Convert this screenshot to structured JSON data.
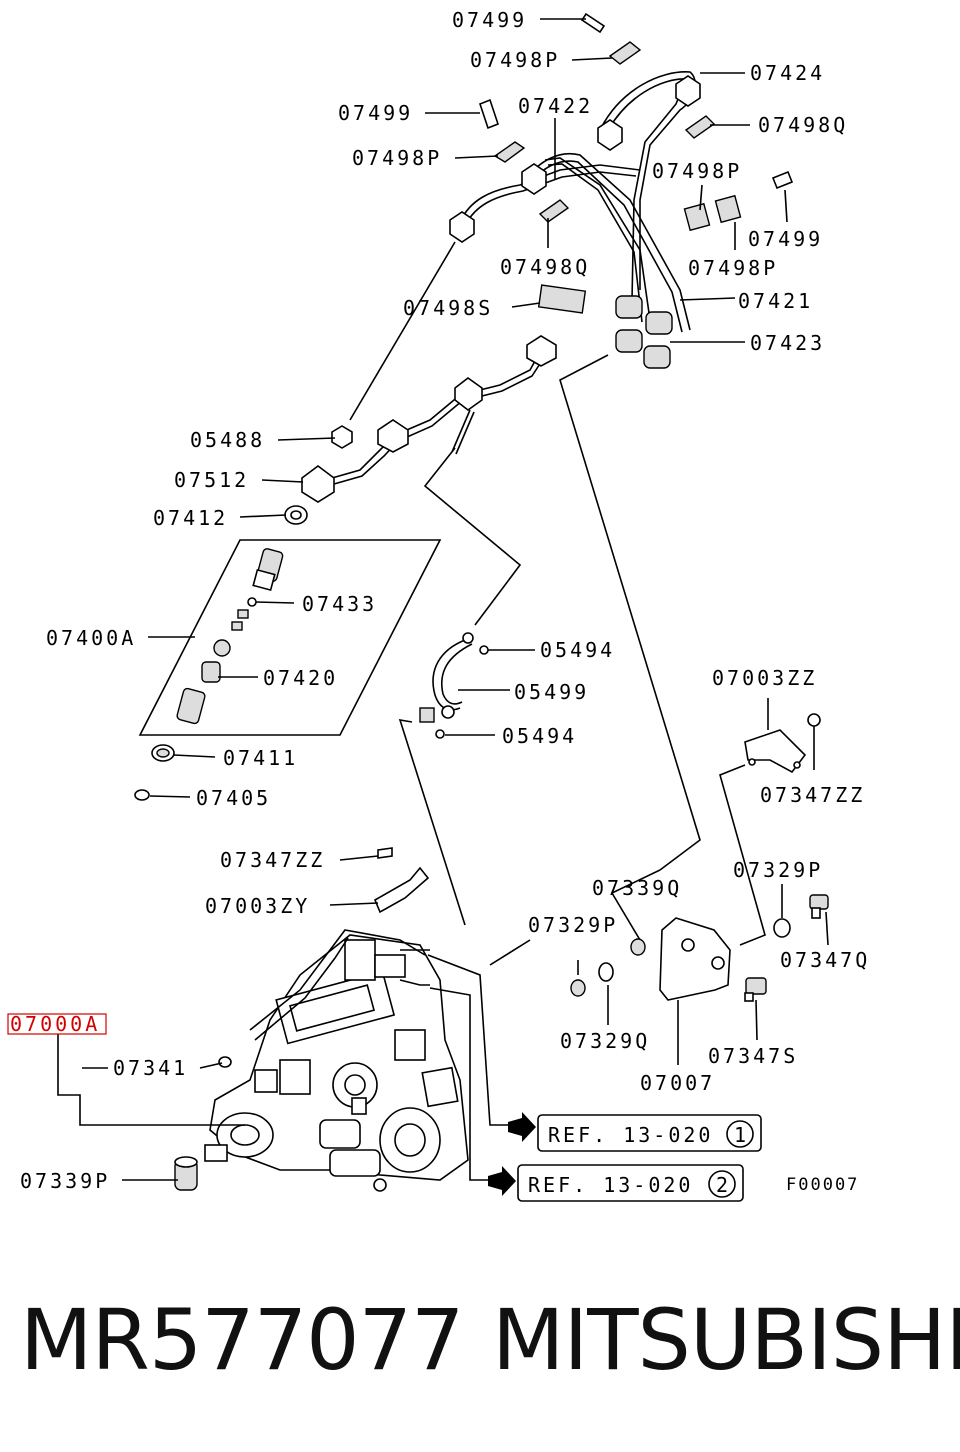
{
  "labels": {
    "l07499a": "07499",
    "l07498p_a": "07498P",
    "l07424": "07424",
    "l07499b": "07499",
    "l07422": "07422",
    "l07498q_a": "07498Q",
    "l07498p_b": "07498P",
    "l07498p_c": "07498P",
    "l07499c": "07499",
    "l07498q_b": "07498Q",
    "l07498p_d": "07498P",
    "l07498s": "07498S",
    "l07421": "07421",
    "l07423": "07423",
    "l05488": "05488",
    "l07512": "07512",
    "l07412": "07412",
    "l07433": "07433",
    "l07400a": "07400A",
    "l05494a": "05494",
    "l07420": "07420",
    "l05499": "05499",
    "l05494b": "05494",
    "l07003zz": "07003ZZ",
    "l07411": "07411",
    "l07347zz_a": "07347ZZ",
    "l07405": "07405",
    "l07347zz_b": "07347ZZ",
    "l07329p_a": "07329P",
    "l07339q": "07339Q",
    "l07003zy": "07003ZY",
    "l07329p_b": "07329P",
    "l07347q": "07347Q",
    "l07000a": "07000A",
    "l07329q": "07329Q",
    "l07347s": "07347S",
    "l07341": "07341",
    "l07007": "07007",
    "l07339p": "07339P",
    "ref1": "REF. 13-020",
    "ref1_num": "1",
    "ref2": "REF. 13-020",
    "ref2_num": "2",
    "figcode": "F00007"
  },
  "highlight_color": "#d40000",
  "footer": {
    "part_number": "MR577077",
    "brand": "MITSUBISHI"
  }
}
